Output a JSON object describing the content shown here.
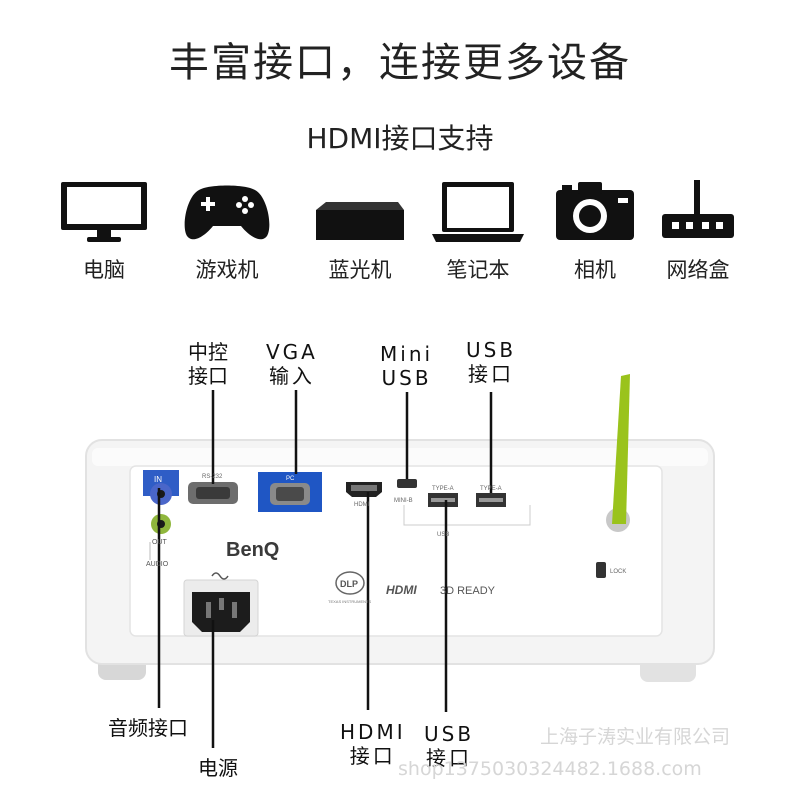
{
  "heading": "丰富接口，连接更多设备",
  "subheading": "HDMI接口支持",
  "devices": [
    {
      "icon": "monitor-icon",
      "label": "电脑"
    },
    {
      "icon": "gamepad-icon",
      "label": "游戏机"
    },
    {
      "icon": "bluray-player-icon",
      "label": "蓝光机"
    },
    {
      "icon": "laptop-icon",
      "label": "笔记本"
    },
    {
      "icon": "camera-icon",
      "label": "相机"
    },
    {
      "icon": "router-icon",
      "label": "网络盒"
    }
  ],
  "callouts": {
    "control": {
      "line1": "中控",
      "line2": "接口"
    },
    "vga": {
      "line1": "VGA",
      "line2": "输入"
    },
    "mini_usb": {
      "line1": "Mini",
      "line2": "USB"
    },
    "usb_top": {
      "line1": "USB",
      "line2": "接口"
    },
    "audio": "音频接口",
    "power": "电源",
    "hdmi": {
      "line1": "HDMI",
      "line2": "接口"
    },
    "usb_bottom": {
      "line1": "USB",
      "line2": "接口"
    }
  },
  "panel": {
    "in_label": "IN",
    "out_label": "OUT",
    "audio_label": "AUDIO",
    "rs232_label": "RS-232",
    "pc_label": "PC",
    "hdmi_port_label": "HDMI",
    "mini_b_label": "MINI-B",
    "type_a_1": "TYPE-A",
    "type_a_2": "TYPE-A",
    "usb_label": "USB",
    "brand": "BenQ",
    "dlp": "DLP",
    "dlp_sub": "TEXAS INSTRUMENTS",
    "hdmi_logo": "HDMI",
    "ready_3d": "3D READY",
    "lock": "LOCK"
  },
  "colors": {
    "antenna": "#9ac31c",
    "vga_blue": "#1f56c4",
    "audio_in": "#4a66c9",
    "audio_out": "#8fb63c"
  },
  "watermarks": {
    "company": "上海子涛实业有限公司",
    "shop": "shop1375030324482.1688.com"
  }
}
